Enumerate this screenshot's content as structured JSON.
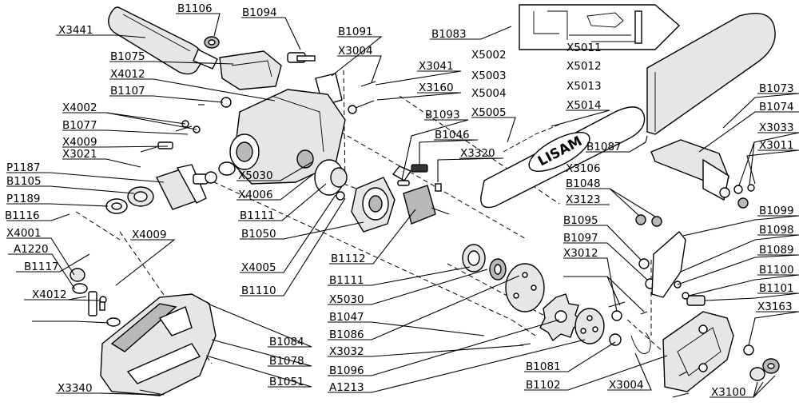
{
  "labels": {
    "X3441": "X3441",
    "B1106": "B1106",
    "B1094": "B1094",
    "B1091": "B1091",
    "X3004a": "X3004",
    "B1083": "B1083",
    "B1075": "B1075",
    "X4012a": "X4012",
    "B1107": "B1107",
    "X3041": "X3041",
    "X3160": "X3160",
    "X4002": "X4002",
    "B1077": "B1077",
    "X4009a": "X4009",
    "X3021": "X3021",
    "P1187": "P1187",
    "B1105": "B1105",
    "P1189": "P1189",
    "X5002": "X5002",
    "X5003": "X5003",
    "X5004": "X5004",
    "X5005": "X5005",
    "X5011": "X5011",
    "X5012": "X5012",
    "X5013": "X5013",
    "X5014": "X5014",
    "B1073": "B1073",
    "B1074": "B1074",
    "X3033": "X3033",
    "X3011": "X3011",
    "B1093": "B1093",
    "B1046": "B1046",
    "X3320": "X3320",
    "B1087": "B1087",
    "X3106": "X3106",
    "B1048": "B1048",
    "X3123": "X3123",
    "B1095": "B1095",
    "B1097": "B1097",
    "X3012": "X3012",
    "B1099": "B1099",
    "B1098": "B1098",
    "B1089": "B1089",
    "B1100": "B1100",
    "B1101": "B1101",
    "X3163": "X3163",
    "B1116": "B1116",
    "X4001": "X4001",
    "A1220": "A1220",
    "B1117": "B1117",
    "X4012b": "X4012",
    "X4009b": "X4009",
    "X5030a": "X5030",
    "X4006": "X4006",
    "B1111a": "B1111",
    "B1050": "B1050",
    "X4005": "X4005",
    "B1110": "B1110",
    "B1112": "B1112",
    "B1111b": "B1111",
    "X5030b": "X5030",
    "B1047": "B1047",
    "B1086": "B1086",
    "X3032": "X3032",
    "B1096": "B1096",
    "A1213": "A1213",
    "B1081": "B1081",
    "B1102": "B1102",
    "X3004b": "X3004",
    "X3100": "X3100",
    "B1084": "B1084",
    "B1078": "B1078",
    "B1051": "B1051",
    "X3340": "X3340"
  },
  "bar_logo": "LISAM"
}
